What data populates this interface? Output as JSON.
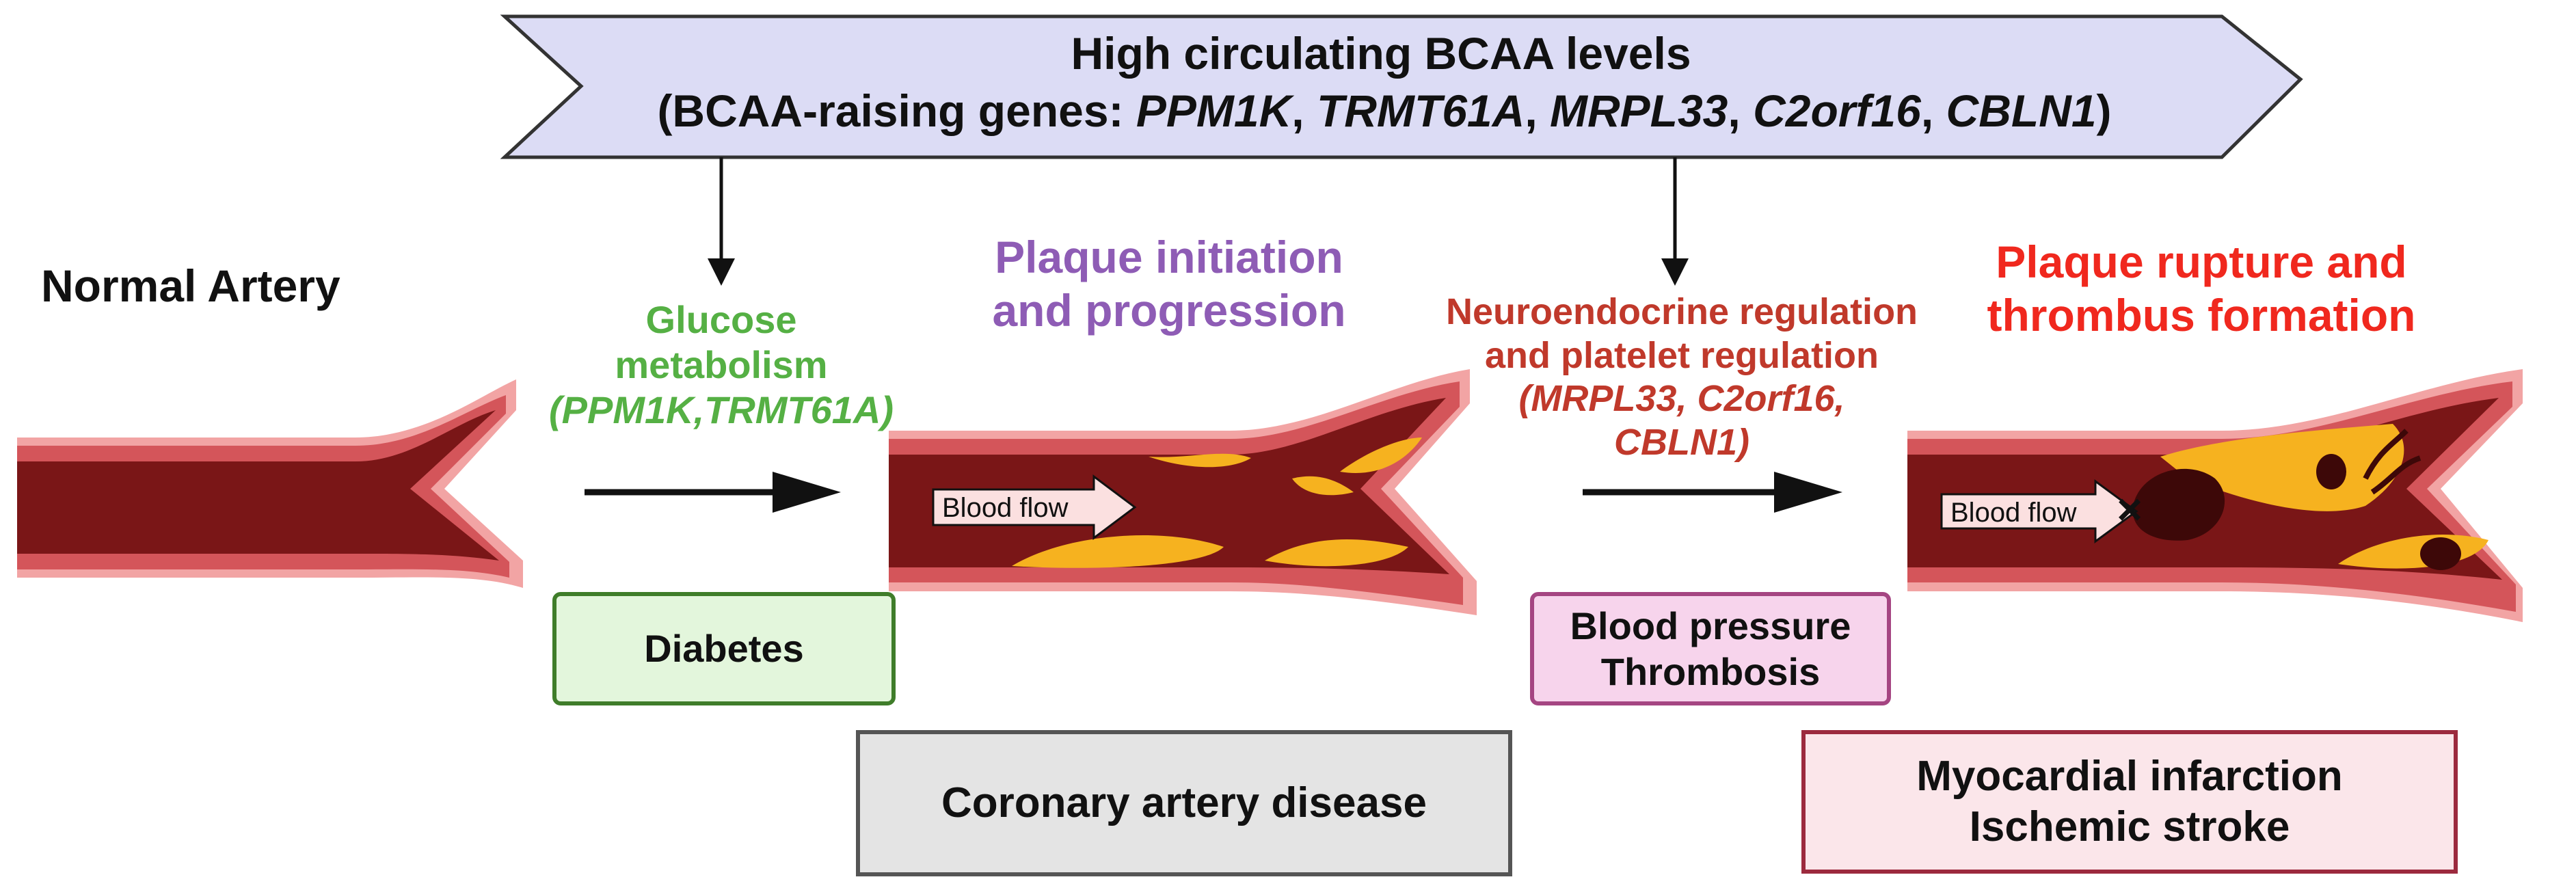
{
  "banner": {
    "title": "High circulating BCAA levels",
    "genes_prefix": "(BCAA-raising genes: ",
    "genes": [
      "PPM1K",
      "TRMT61A",
      "MRPL33",
      "C2orf16",
      "CBLN1"
    ],
    "genes_suffix": ")",
    "fill": "#dcdcf5",
    "stroke": "#333333"
  },
  "stages": {
    "normal": "Normal Artery",
    "plaque_init": {
      "line1": "Plaque initiation",
      "line2": "and progression",
      "color": "#8e5cb5"
    },
    "plaque_rupture": {
      "line1": "Plaque rupture and",
      "line2": "thrombus formation",
      "color": "#f0281e"
    }
  },
  "pathways": {
    "glucose": {
      "line1": "Glucose",
      "line2": "metabolism",
      "genes": "(PPM1K,TRMT61A)",
      "color": "#55b044"
    },
    "neuro": {
      "line1": "Neuroendocrine regulation",
      "line2": "and platelet regulation",
      "genes1": "(MRPL33, C2orf16,",
      "genes2": "CBLN1)",
      "color": "#c0392b"
    }
  },
  "arteries": {
    "blood_flow": "Blood flow",
    "thrombus_mark": "×"
  },
  "outcomes": {
    "diabetes": {
      "label": "Diabetes",
      "fill": "#e3f6dc",
      "border": "#3f7d2a"
    },
    "bp": {
      "line1": "Blood pressure",
      "line2": "Thrombosis",
      "fill": "#f7d4ec",
      "border": "#a54582"
    },
    "cad": {
      "label": "Coronary artery disease",
      "fill": "#e4e4e4",
      "border": "#555555"
    },
    "mi": {
      "line1": "Myocardial infarction",
      "line2": "Ischemic stroke",
      "fill": "#fbe6ea",
      "border": "#9c2a3e"
    }
  },
  "colors": {
    "artery_outer": "#f2a4a4",
    "artery_wall": "#d4555a",
    "artery_lumen": "#7a1617",
    "plaque": "#f6b21f",
    "thrombus": "#3d0808"
  }
}
